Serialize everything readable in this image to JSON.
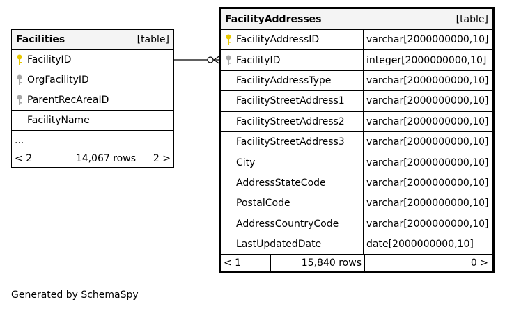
{
  "facilities": {
    "name": "Facilities",
    "kind": "[table]",
    "columns": [
      {
        "name": "FacilityID",
        "key": "primary"
      },
      {
        "name": "OrgFacilityID",
        "key": "foreign"
      },
      {
        "name": "ParentRecAreaID",
        "key": "foreign"
      },
      {
        "name": "FacilityName",
        "key": "none"
      }
    ],
    "more": "...",
    "footer": {
      "left": "< 2",
      "rows": "14,067 rows",
      "right": "2 >"
    }
  },
  "facility_addresses": {
    "name": "FacilityAddresses",
    "kind": "[table]",
    "columns": [
      {
        "name": "FacilityAddressID",
        "type": "varchar[2000000000,10]",
        "key": "primary"
      },
      {
        "name": "FacilityID",
        "type": "integer[2000000000,10]",
        "key": "foreign"
      },
      {
        "name": "FacilityAddressType",
        "type": "varchar[2000000000,10]",
        "key": "none"
      },
      {
        "name": "FacilityStreetAddress1",
        "type": "varchar[2000000000,10]",
        "key": "none"
      },
      {
        "name": "FacilityStreetAddress2",
        "type": "varchar[2000000000,10]",
        "key": "none"
      },
      {
        "name": "FacilityStreetAddress3",
        "type": "varchar[2000000000,10]",
        "key": "none"
      },
      {
        "name": "City",
        "type": "varchar[2000000000,10]",
        "key": "none"
      },
      {
        "name": "AddressStateCode",
        "type": "varchar[2000000000,10]",
        "key": "none"
      },
      {
        "name": "PostalCode",
        "type": "varchar[2000000000,10]",
        "key": "none"
      },
      {
        "name": "AddressCountryCode",
        "type": "varchar[2000000000,10]",
        "key": "none"
      },
      {
        "name": "LastUpdatedDate",
        "type": "date[2000000000,10]",
        "key": "none"
      }
    ],
    "footer": {
      "left": "< 1",
      "rows": "15,840 rows",
      "right": "0 >"
    }
  },
  "generated_by": "Generated by SchemaSpy",
  "colors": {
    "primary_key": "#e8c800",
    "foreign_key": "#a8a8a8",
    "header_bg": "#f4f4f4"
  }
}
